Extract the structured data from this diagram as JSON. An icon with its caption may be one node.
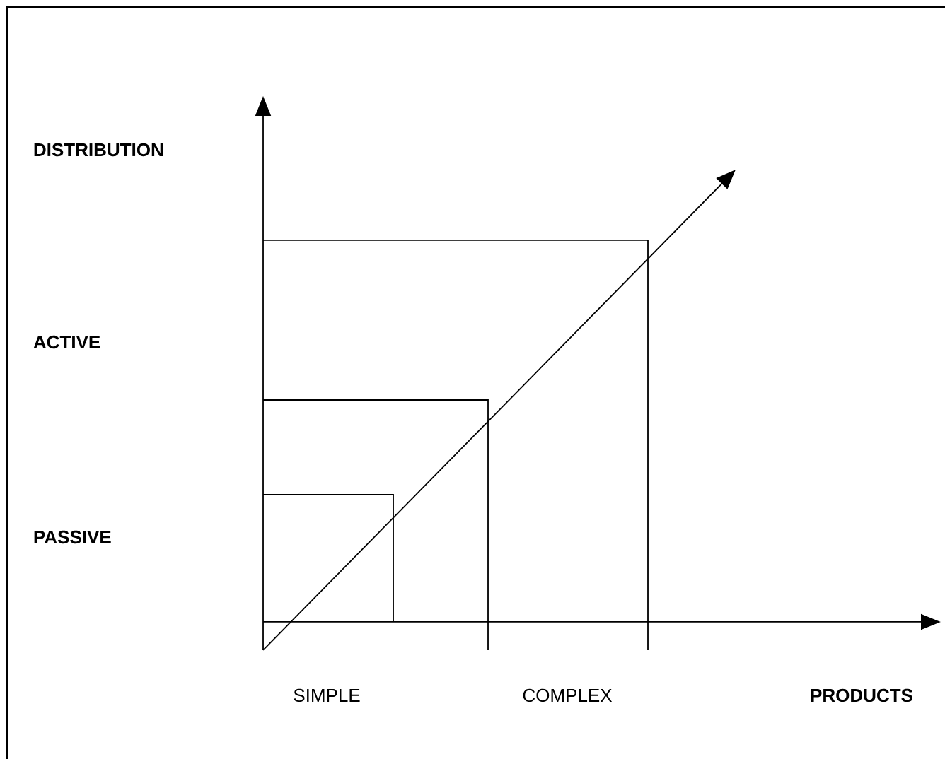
{
  "diagram": {
    "labels": [
      "DISTRIBUTION",
      "ACTIVE",
      "PASSIVE",
      "SIMPLE",
      "COMPLEX",
      "PRODUCTS"
    ]
  }
}
